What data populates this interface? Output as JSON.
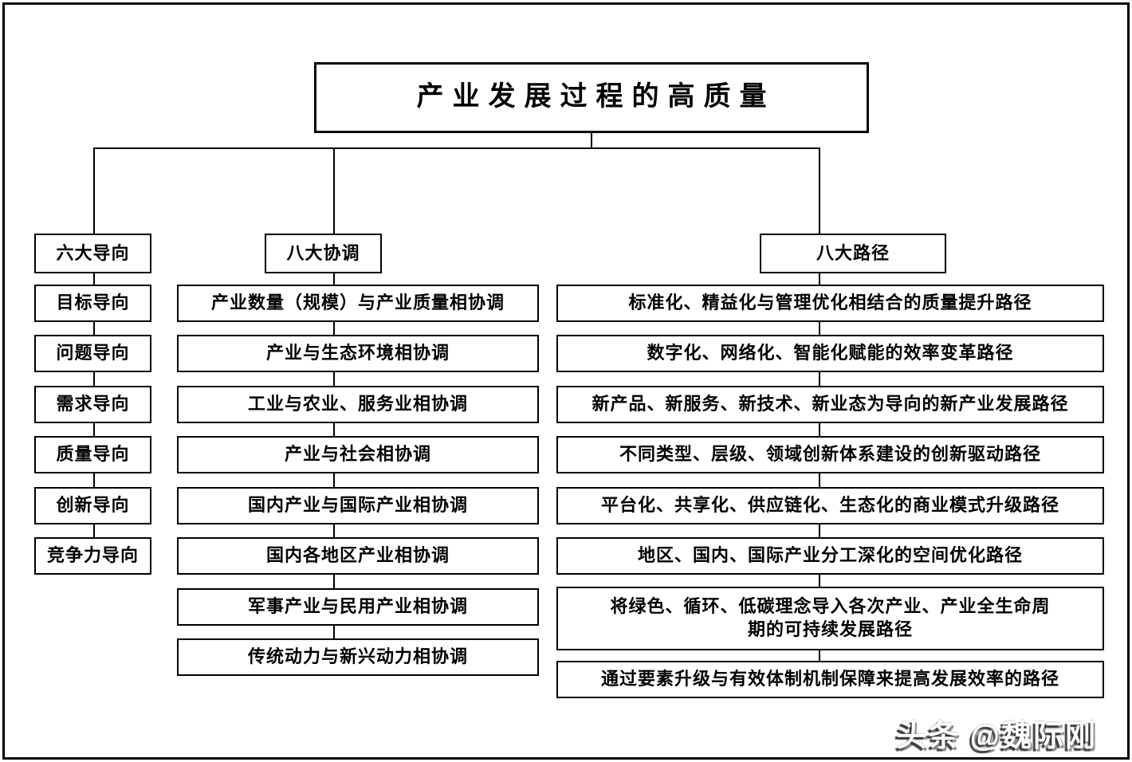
{
  "title": "产业发展过程的高质量",
  "branches": [
    {
      "header": "六大导向",
      "items": [
        "目标导向",
        "问题导向",
        "需求导向",
        "质量导向",
        "创新导向",
        "竞争力导向"
      ]
    },
    {
      "header": "八大协调",
      "items": [
        "产业数量（规模）与产业质量相协调",
        "产业与生态环境相协调",
        "工业与农业、服务业相协调",
        "产业与社会相协调",
        "国内产业与国际产业相协调",
        "国内各地区产业相协调",
        "军事产业与民用产业相协调",
        "传统动力与新兴动力相协调"
      ]
    },
    {
      "header": "八大路径",
      "items": [
        "标准化、精益化与管理优化相结合的质量提升路径",
        "数字化、网络化、智能化赋能的效率变革路径",
        "新产品、新服务、新技术、新业态为导向的新产业发展路径",
        "不同类型、层级、领域创新体系建设的创新驱动路径",
        "平台化、共享化、供应链化、生态化的商业模式升级路径",
        "地区、国内、国际产业分工深化的空间优化路径",
        "将绿色、循环、低碳理念导入各次产业、产业全生命周期的可持续发展路径",
        "通过要素升级与有效体制机制保障来提高发展效率的路径"
      ]
    }
  ],
  "watermark": "头条 @魏际刚",
  "colors": {
    "line": "#000000",
    "background": "#ffffff",
    "text": "#000000"
  }
}
